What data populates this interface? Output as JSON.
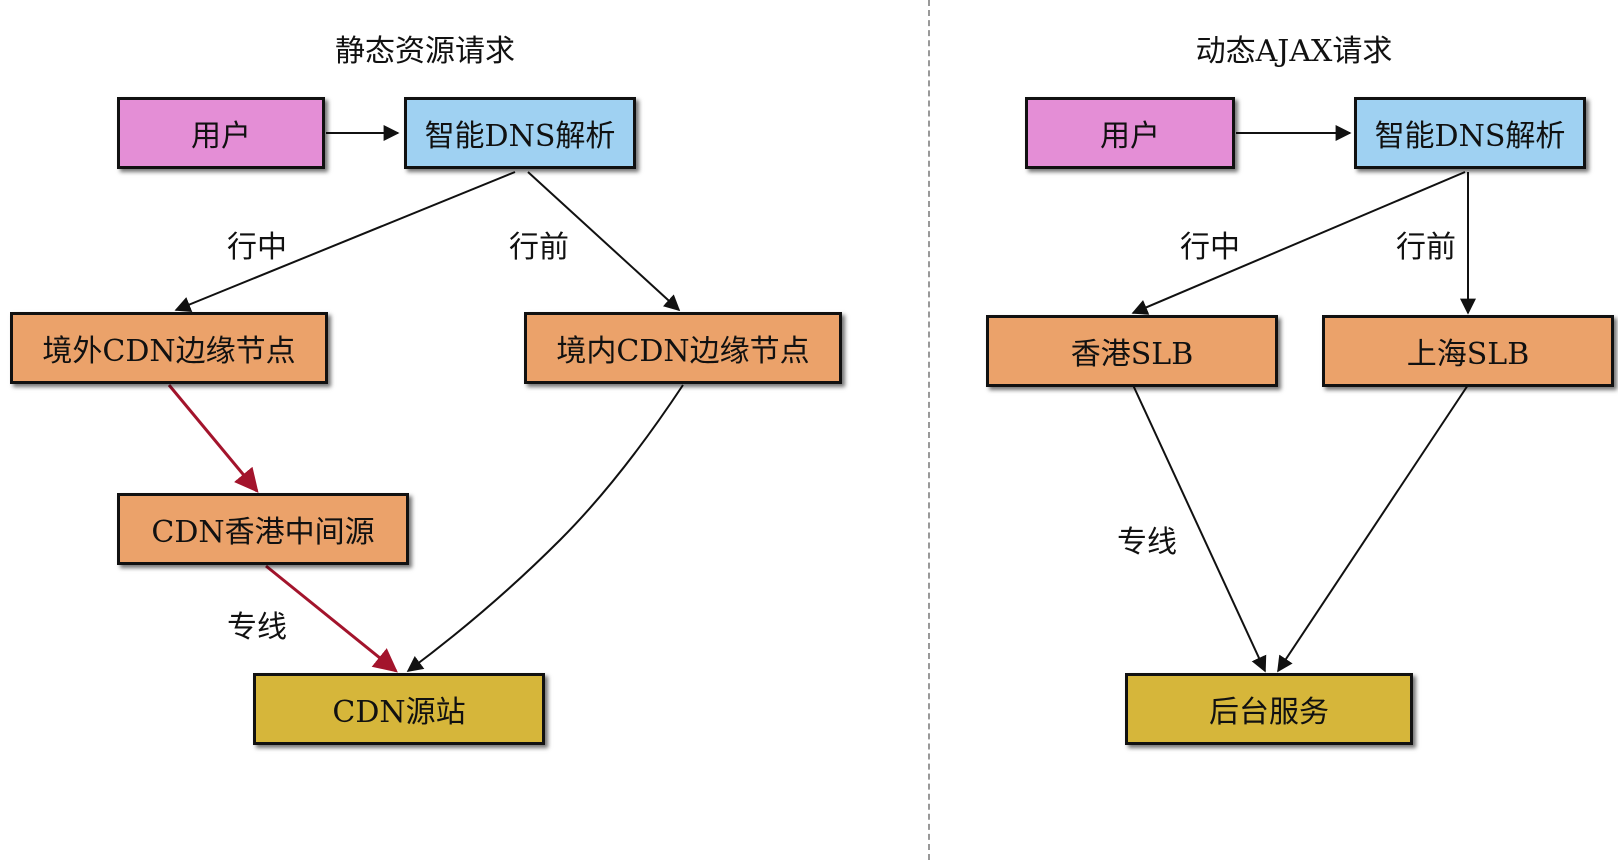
{
  "left": {
    "title": "静态资源请求",
    "nodes": {
      "user": "用户",
      "dns": "智能DNS解析",
      "overseas_cdn": "境外CDN边缘节点",
      "domestic_cdn": "境内CDN边缘节点",
      "hk_relay": "CDN香港中间源",
      "cdn_origin": "CDN源站"
    },
    "labels": {
      "in_flight": "行中",
      "pre_flight": "行前",
      "leased_line": "专线"
    }
  },
  "right": {
    "title": "动态AJAX请求",
    "nodes": {
      "user": "用户",
      "dns": "智能DNS解析",
      "hk_slb": "香港SLB",
      "sh_slb": "上海SLB",
      "backend": "后台服务"
    },
    "labels": {
      "in_flight": "行中",
      "pre_flight": "行前",
      "leased_line": "专线"
    }
  },
  "colors": {
    "user": "#e48ed6",
    "dns": "#9fd1f2",
    "edge_node": "#eba26a",
    "origin": "#d6b63a",
    "normal_arrow": "#111111",
    "highlight_arrow": "#a3142c"
  }
}
